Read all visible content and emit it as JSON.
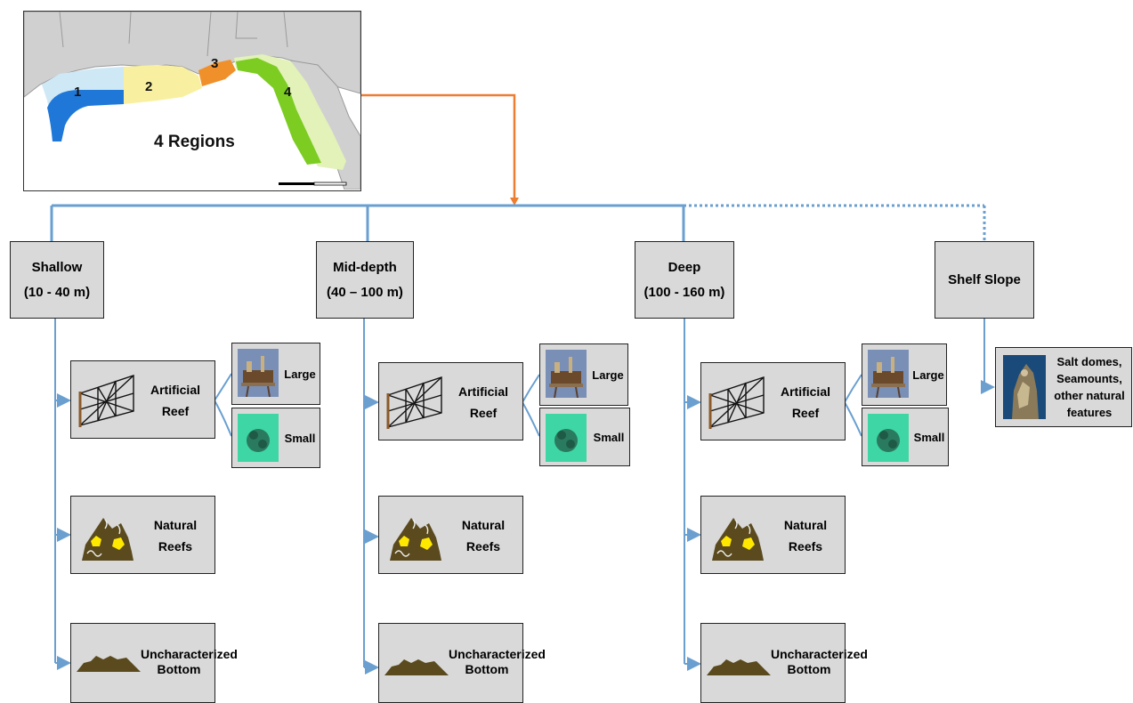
{
  "map": {
    "title": "4 Regions",
    "region_labels": [
      "1",
      "2",
      "3",
      "4"
    ],
    "colors": {
      "land": "#d0d0d0",
      "water": "#ffffff",
      "region1_inner": "#cfe8f6",
      "region1_outer": "#1f77d8",
      "region2": "#f8f0a0",
      "region3": "#f0902a",
      "region4_inner": "#e2f2b8",
      "region4_outer": "#7ccc22"
    }
  },
  "colors": {
    "tree_line": "#6a9fd0",
    "map_connector": "#ed7d31",
    "box_fill": "#d9d9d9",
    "reef_brown": "#5a4a1e",
    "reef_spot": "#ffe800"
  },
  "depth_zones": [
    {
      "name": "Shallow",
      "range": "(10 - 40 m)",
      "habitats": {
        "artificial": "Artificial\nReef",
        "natural": "Natural\nReefs",
        "uncharacterized": "Uncharacterized\nBottom"
      },
      "structures": {
        "large": "Large",
        "small": "Small"
      }
    },
    {
      "name": "Mid-depth",
      "range": "(40 – 100 m)",
      "habitats": {
        "artificial": "Artificial\nReef",
        "natural": "Natural\nReefs",
        "uncharacterized": "Uncharacterized\nBottom"
      },
      "structures": {
        "large": "Large",
        "small": "Small"
      }
    },
    {
      "name": "Deep",
      "range": "(100 - 160 m)",
      "habitats": {
        "artificial": "Artificial\nReef",
        "natural": "Natural\nReefs",
        "uncharacterized": "Uncharacterized\nBottom"
      },
      "structures": {
        "large": "Large",
        "small": "Small"
      }
    }
  ],
  "shelf_slope": {
    "name": "Shelf Slope",
    "feature": "Salt domes,\nSeamounts,\nother natural\nfeatures"
  }
}
